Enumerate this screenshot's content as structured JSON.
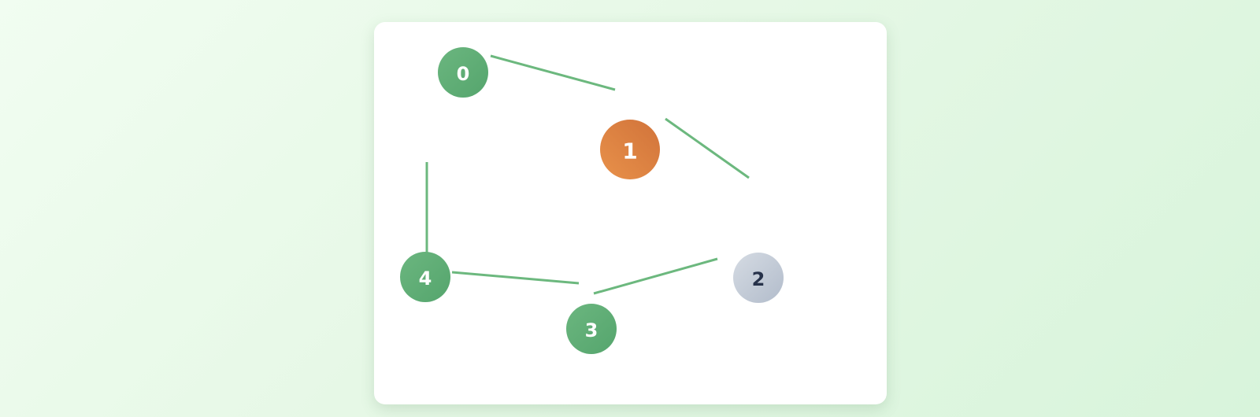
{
  "graph": {
    "nodes": [
      {
        "id": "0",
        "label": "0",
        "state": "visited"
      },
      {
        "id": "1",
        "label": "1",
        "state": "current"
      },
      {
        "id": "2",
        "label": "2",
        "state": "unvisited"
      },
      {
        "id": "3",
        "label": "3",
        "state": "visited"
      },
      {
        "id": "4",
        "label": "4",
        "state": "visited"
      }
    ],
    "edges": [
      {
        "from": "0",
        "to": "1"
      },
      {
        "from": "1",
        "to": "2"
      },
      {
        "from": "2",
        "to": "3"
      },
      {
        "from": "3",
        "to": "4"
      },
      {
        "from": "4",
        "to": "0"
      }
    ]
  },
  "colors": {
    "edge": "#6cb87e",
    "visited_start": "#6bb67f",
    "visited_end": "#55a56d",
    "current_start": "#e8914a",
    "current_end": "#d1733a",
    "unvisited_start": "#d5dbe3",
    "unvisited_end": "#b2bccb",
    "label_light": "#ffffff",
    "label_dark": "#27324a"
  }
}
